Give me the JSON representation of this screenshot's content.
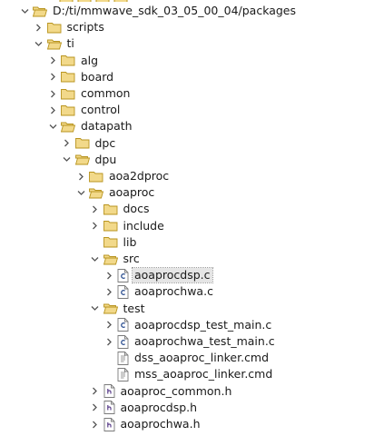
{
  "tree": {
    "items": [
      {
        "name": "packages-root",
        "label": "D:/ti/mmwave_sdk_03_05_00_04/packages",
        "depth": 0,
        "type": "folder",
        "expanded": true,
        "hasToggle": true
      },
      {
        "name": "scripts",
        "label": "scripts",
        "depth": 1,
        "type": "folder",
        "expanded": false,
        "hasToggle": true
      },
      {
        "name": "ti",
        "label": "ti",
        "depth": 1,
        "type": "folder",
        "expanded": true,
        "hasToggle": true
      },
      {
        "name": "alg",
        "label": "alg",
        "depth": 2,
        "type": "folder",
        "expanded": false,
        "hasToggle": true
      },
      {
        "name": "board",
        "label": "board",
        "depth": 2,
        "type": "folder",
        "expanded": false,
        "hasToggle": true
      },
      {
        "name": "common",
        "label": "common",
        "depth": 2,
        "type": "folder",
        "expanded": false,
        "hasToggle": true
      },
      {
        "name": "control",
        "label": "control",
        "depth": 2,
        "type": "folder",
        "expanded": false,
        "hasToggle": true
      },
      {
        "name": "datapath",
        "label": "datapath",
        "depth": 2,
        "type": "folder",
        "expanded": true,
        "hasToggle": true
      },
      {
        "name": "dpc",
        "label": "dpc",
        "depth": 3,
        "type": "folder",
        "expanded": false,
        "hasToggle": true
      },
      {
        "name": "dpu",
        "label": "dpu",
        "depth": 3,
        "type": "folder",
        "expanded": true,
        "hasToggle": true
      },
      {
        "name": "aoa2dproc",
        "label": "aoa2dproc",
        "depth": 4,
        "type": "folder",
        "expanded": false,
        "hasToggle": true
      },
      {
        "name": "aoaproc",
        "label": "aoaproc",
        "depth": 4,
        "type": "folder",
        "expanded": true,
        "hasToggle": true
      },
      {
        "name": "docs",
        "label": "docs",
        "depth": 5,
        "type": "folder",
        "expanded": false,
        "hasToggle": true
      },
      {
        "name": "include",
        "label": "include",
        "depth": 5,
        "type": "folder",
        "expanded": false,
        "hasToggle": true
      },
      {
        "name": "lib",
        "label": "lib",
        "depth": 5,
        "type": "folder",
        "expanded": false,
        "hasToggle": false
      },
      {
        "name": "src",
        "label": "src",
        "depth": 5,
        "type": "folder",
        "expanded": true,
        "hasToggle": true
      },
      {
        "name": "aoaprocdsp-c",
        "label": "aoaprocdsp.c",
        "depth": 6,
        "type": "c",
        "expanded": false,
        "hasToggle": true,
        "selected": true
      },
      {
        "name": "aoaprochwa-c",
        "label": "aoaprochwa.c",
        "depth": 6,
        "type": "c",
        "expanded": false,
        "hasToggle": true
      },
      {
        "name": "test",
        "label": "test",
        "depth": 5,
        "type": "folder",
        "expanded": true,
        "hasToggle": true
      },
      {
        "name": "aoaprocdsp-test-main-c",
        "label": "aoaprocdsp_test_main.c",
        "depth": 6,
        "type": "c",
        "expanded": false,
        "hasToggle": true
      },
      {
        "name": "aoaprochwa-test-main-c",
        "label": "aoaprochwa_test_main.c",
        "depth": 6,
        "type": "c",
        "expanded": false,
        "hasToggle": true
      },
      {
        "name": "dss-aoaproc-linker-cmd",
        "label": "dss_aoaproc_linker.cmd",
        "depth": 6,
        "type": "cmd",
        "expanded": false,
        "hasToggle": false
      },
      {
        "name": "mss-aoaproc-linker-cmd",
        "label": "mss_aoaproc_linker.cmd",
        "depth": 6,
        "type": "cmd",
        "expanded": false,
        "hasToggle": false
      },
      {
        "name": "aoaproc-common-h",
        "label": "aoaproc_common.h",
        "depth": 5,
        "type": "h",
        "expanded": false,
        "hasToggle": true
      },
      {
        "name": "aoaprocdsp-h",
        "label": "aoaprocdsp.h",
        "depth": 5,
        "type": "h",
        "expanded": false,
        "hasToggle": true
      },
      {
        "name": "aoaprochwa-h",
        "label": "aoaprochwa.h",
        "depth": 5,
        "type": "h",
        "expanded": false,
        "hasToggle": true
      }
    ]
  },
  "colors": {
    "folder_fill": "#f2d98a",
    "folder_stroke": "#b8941f",
    "chevron": "#555555",
    "file_stroke": "#7a7a7a",
    "c_letter": "#2a4d8f",
    "h_letter": "#5a3e8a"
  }
}
